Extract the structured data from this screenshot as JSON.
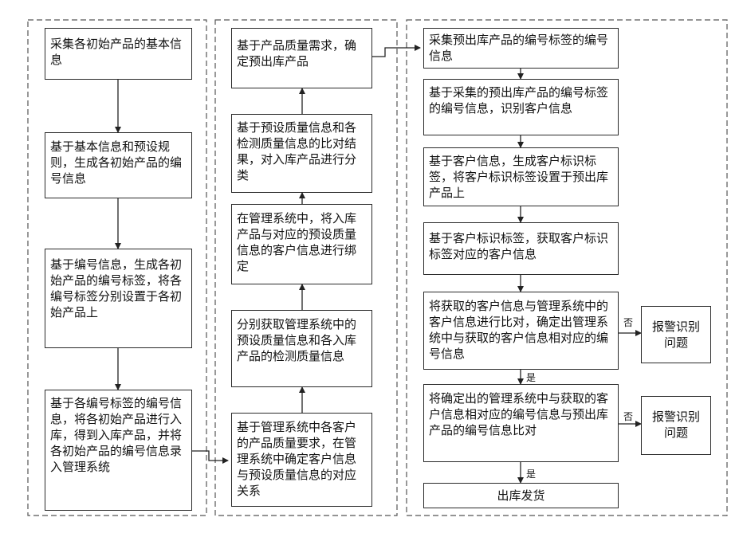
{
  "columns": {
    "left": {
      "steps": [
        "采集各初始产品的基本信息",
        "基于基本信息和预设规则，生成各初始产品的编号信息",
        "基于编号信息，生成各初始产品的编号标签，将各编号标签分别设置于各初始产品上",
        "基于各编号标签的编号信息，将各初始产品进行入库，得到入库产品，并将各初始产品的编号信息录入管理系统"
      ]
    },
    "middle": {
      "steps": [
        "基于管理系统中各客户的产品质量要求，在管理系统中确定客户信息与预设质量信息的对应关系",
        "分别获取管理系统中的预设质量信息和各入库产品的检测质量信息",
        "在管理系统中，将入库产品与对应的预设质量信息的客户信息进行绑定",
        "基于预设质量信息和各检测质量信息的比对结果，对入库产品进行分类",
        "基于产品质量需求，确定预出库产品"
      ]
    },
    "right": {
      "steps": [
        "采集预出库产品的编号标签的编号信息",
        "基于采集的预出库产品的编号标签的编号信息，识别客户信息",
        "基于客户信息，生成客户标识标签，将客户标识标签设置于预出库产品上",
        "基于客户标识标签，获取客户标识标签对应的客户信息",
        "将获取的客户信息与管理系统中的客户信息进行比对，确定出管理系统中与获取的客户信息相对应的编号信息",
        "将确定出的管理系统中与获取的客户信息相对应的编号信息与预出库产品的编号信息比对",
        "出库发货"
      ],
      "alarm_boxes": [
        "报警识别问题",
        "报警识别问题"
      ],
      "labels": {
        "no_1": "否",
        "yes_1": "是",
        "no_2": "否",
        "yes_2": "是"
      }
    }
  }
}
